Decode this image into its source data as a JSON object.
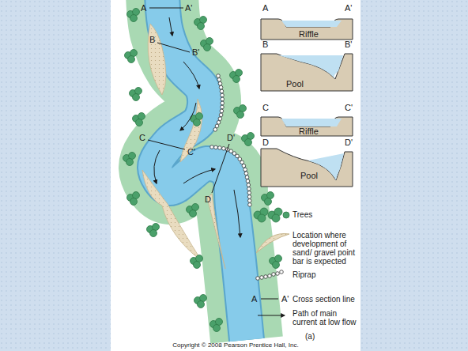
{
  "diagram": {
    "caption": "Copyright © 2008 Pearson Prentice Hall, Inc.",
    "labels": [
      "A",
      "A'",
      "B",
      "B'",
      "C",
      "C'",
      "D",
      "D'",
      "A",
      "A'",
      "Riffle",
      "B",
      "B'",
      "Pool",
      "C",
      "C'",
      "Riffle",
      "D",
      "D'",
      "Pool",
      "A",
      "A'",
      "(a)"
    ],
    "legend": [
      {
        "text": "Trees"
      },
      {
        "text": "Location where development of sand/ gravel point bar is expected"
      },
      {
        "text": "Riprap"
      },
      {
        "text": "Cross section line"
      },
      {
        "text": "Path of main current at low flow"
      }
    ]
  }
}
